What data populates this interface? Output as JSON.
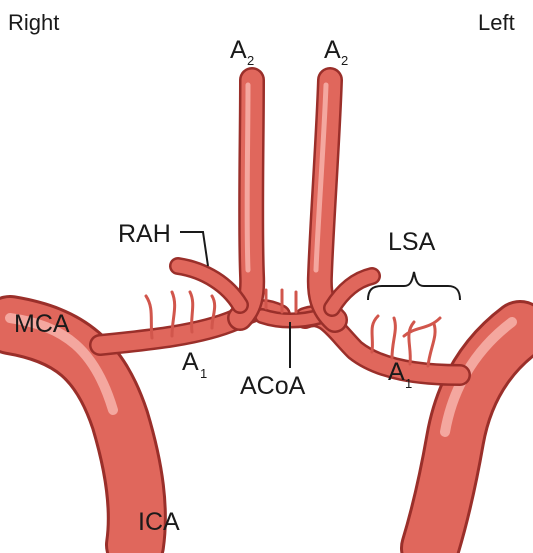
{
  "orientation": {
    "right": "Right",
    "left": "Left"
  },
  "labels": {
    "a2_right": {
      "main": "A",
      "sub": "2"
    },
    "a2_left": {
      "main": "A",
      "sub": "2"
    },
    "rah": "RAH",
    "lsa": "LSA",
    "mca": "MCA",
    "a1_right": {
      "main": "A",
      "sub": "1"
    },
    "acoa": "ACoA",
    "a1_left": {
      "main": "A",
      "sub": "1"
    },
    "ica": "ICA"
  },
  "colors": {
    "vessel_fill": "#e0675c",
    "vessel_outline": "#9a2f2a",
    "vessel_highlight": "#f4a79f",
    "text": "#1a1a1a"
  }
}
